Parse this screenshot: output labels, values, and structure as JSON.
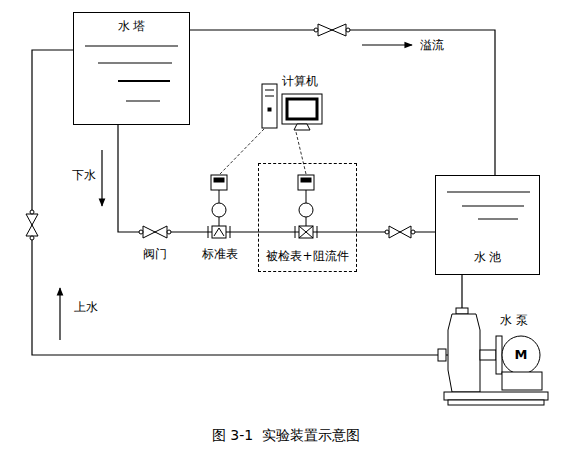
{
  "diagram": {
    "caption": "图 3-1  实验装置示意图",
    "nodes": [
      {
        "text": [
          "水 塔"
        ]
      },
      {
        "text": [
          "被检表+阻流件"
        ]
      },
      {
        "text": [
          "水 池"
        ]
      }
    ],
    "edges": [
      {
        "from": 0,
        "to": 1,
        "arrow": "none"
      },
      {
        "from": 1,
        "to": 2,
        "arrow": "none"
      },
      {
        "from": 2,
        "to": 0,
        "arrow": "none"
      },
      {
        "from": 0,
        "to": 2,
        "arrow": "none"
      }
    ],
    "labels": [
      "计算机",
      "溢流",
      "下水",
      "阀门",
      "标准表",
      "上水",
      "水 泵",
      "M"
    ]
  }
}
